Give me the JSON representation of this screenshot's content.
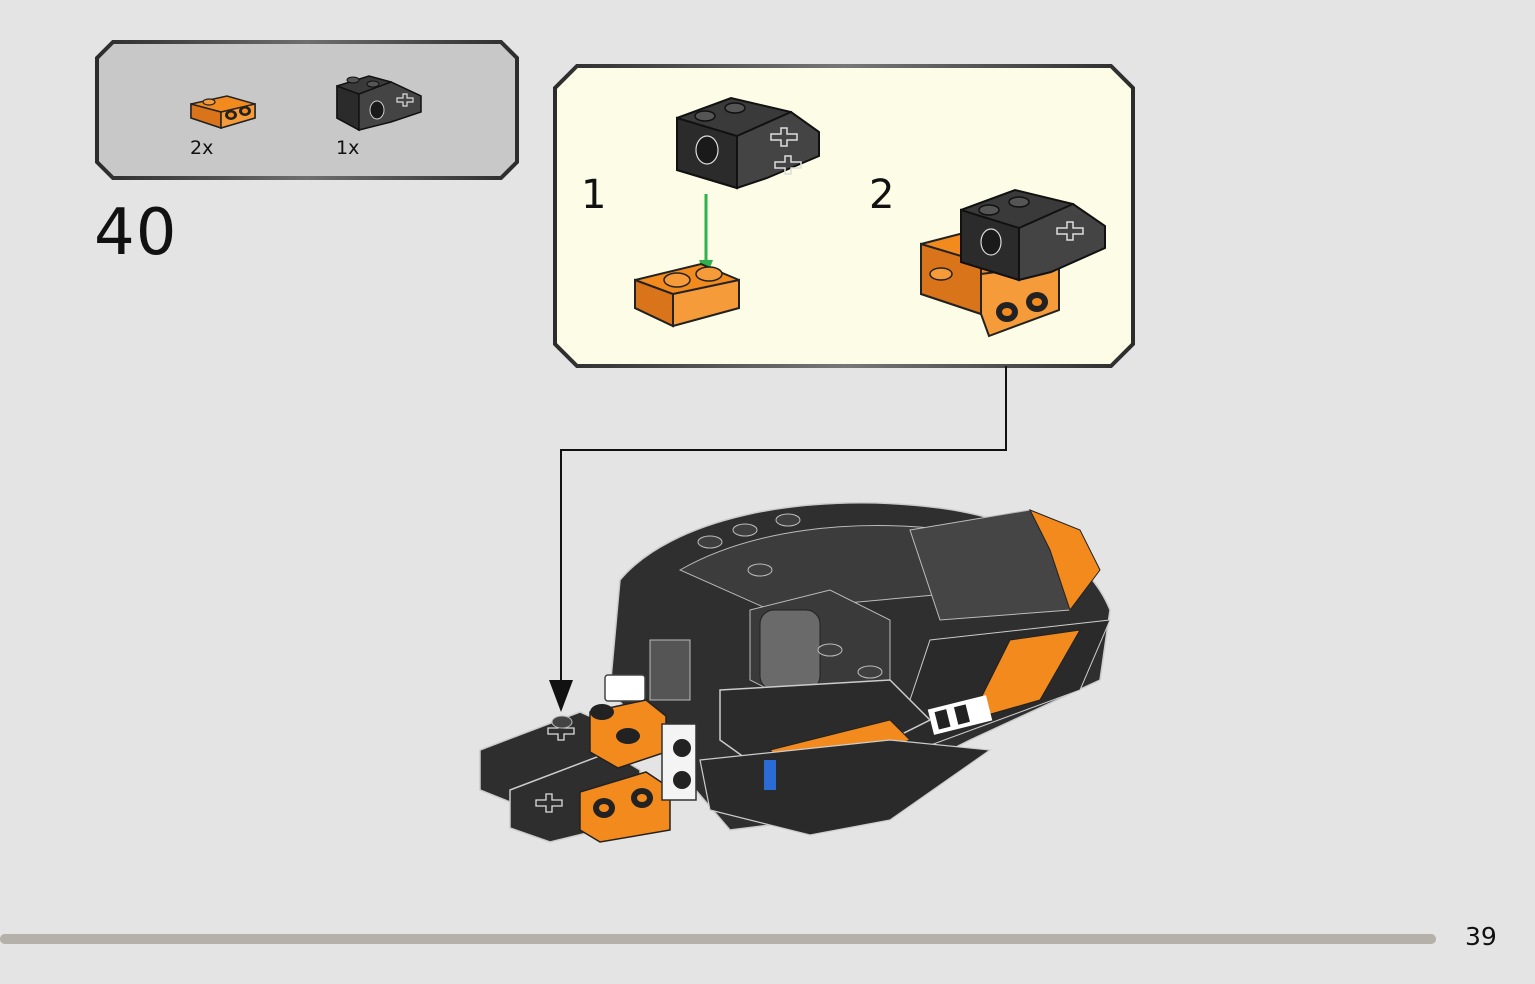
{
  "parts_list": {
    "items": [
      {
        "part": "orange-bracket-plate",
        "quantity": "2x",
        "color": "#f28a1e"
      },
      {
        "part": "black-technic-pin-connector",
        "quantity": "1x",
        "color": "#2b2b2b"
      }
    ]
  },
  "step": {
    "number": "40"
  },
  "substeps": [
    {
      "number": "1"
    },
    {
      "number": "2"
    }
  ],
  "colors": {
    "panel_gray": "#c8c8c8",
    "subpanel_cream": "#fdfce6",
    "page_bg": "#e4e4e4",
    "arrow_green": "#2fb24b",
    "brick_orange": "#f28a1e",
    "brick_black": "#2b2b2b"
  },
  "page": {
    "number": "39",
    "progress_fraction": 1.0
  }
}
